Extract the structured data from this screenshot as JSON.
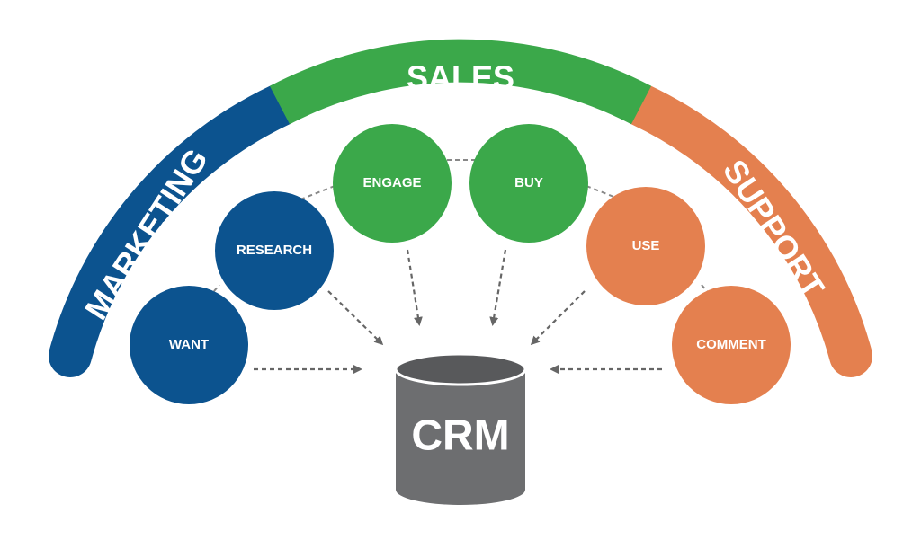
{
  "colors": {
    "marketing": "#0c538f",
    "sales": "#3ba84a",
    "support": "#e4804f",
    "crm": "#6d6e70",
    "crm_top": "#58595b",
    "arrow": "#666666"
  },
  "arcs": {
    "marketing_label": "MARKETING",
    "sales_label": "SALES",
    "support_label": "SUPPORT"
  },
  "stages": {
    "want": "WANT",
    "research": "RESEARCH",
    "engage": "ENGAGE",
    "buy": "BUY",
    "use": "USE",
    "comment": "COMMENT"
  },
  "crm": {
    "label": "CRM"
  }
}
